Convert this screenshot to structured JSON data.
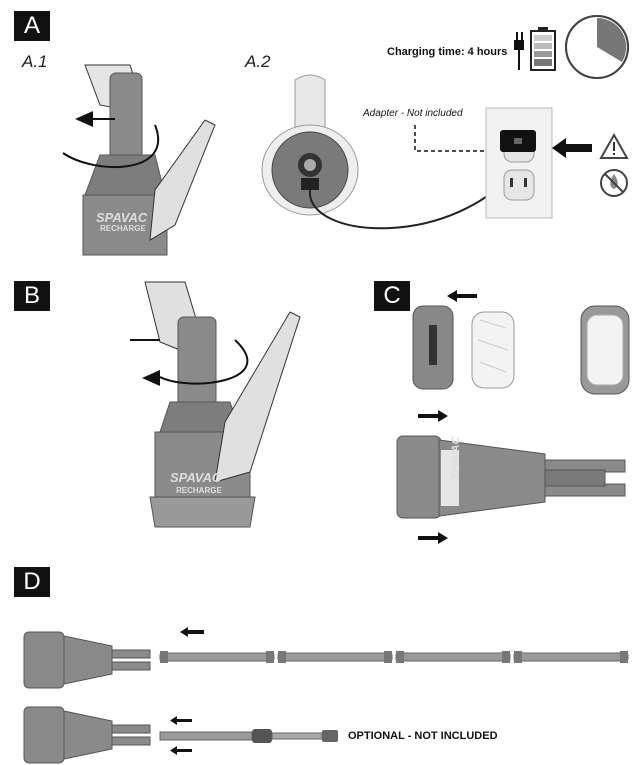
{
  "sections": {
    "a": {
      "badge": "A",
      "sub1": "A.1",
      "sub2": "A.2"
    },
    "b": {
      "badge": "B"
    },
    "c": {
      "badge": "C"
    },
    "d": {
      "badge": "D"
    }
  },
  "charging_text": "Charging time: 4 hours",
  "adapter_text": "Adapter - Not included",
  "optional_text": "OPTIONAL - NOT INCLUDED",
  "brand": {
    "name": "SPAVAC",
    "sub": "RECHARGE"
  },
  "colors": {
    "device": "#8a8a8a",
    "device_dark": "#6f6f6f",
    "skin": "#d9d9d9",
    "ink": "#111111"
  }
}
